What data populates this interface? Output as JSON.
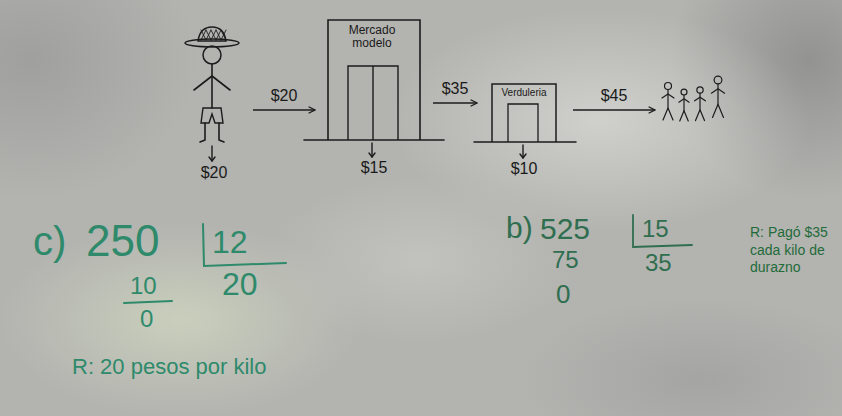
{
  "diagram": {
    "nodes": [
      {
        "text": [
          "$20"
        ]
      },
      {
        "text": [
          "Mercado modelo",
          "$15"
        ]
      },
      {
        "text": [
          "Verduleria",
          "$10"
        ]
      },
      {
        "text": []
      }
    ],
    "edges": [
      {
        "from": 0,
        "to": 1,
        "arrow": "to",
        "label": "$20"
      },
      {
        "from": 1,
        "to": 2,
        "arrow": "to",
        "label": "$35"
      },
      {
        "from": 2,
        "to": 3,
        "arrow": "to",
        "label": "$45"
      }
    ],
    "labels": [
      "c)",
      "250",
      "12",
      "10",
      "0",
      "20",
      "R: 20 pesos por kilo",
      "b)",
      "525",
      "15",
      "75",
      "35",
      "0",
      "R: Pagó $35 cada kilo de durazno"
    ]
  }
}
